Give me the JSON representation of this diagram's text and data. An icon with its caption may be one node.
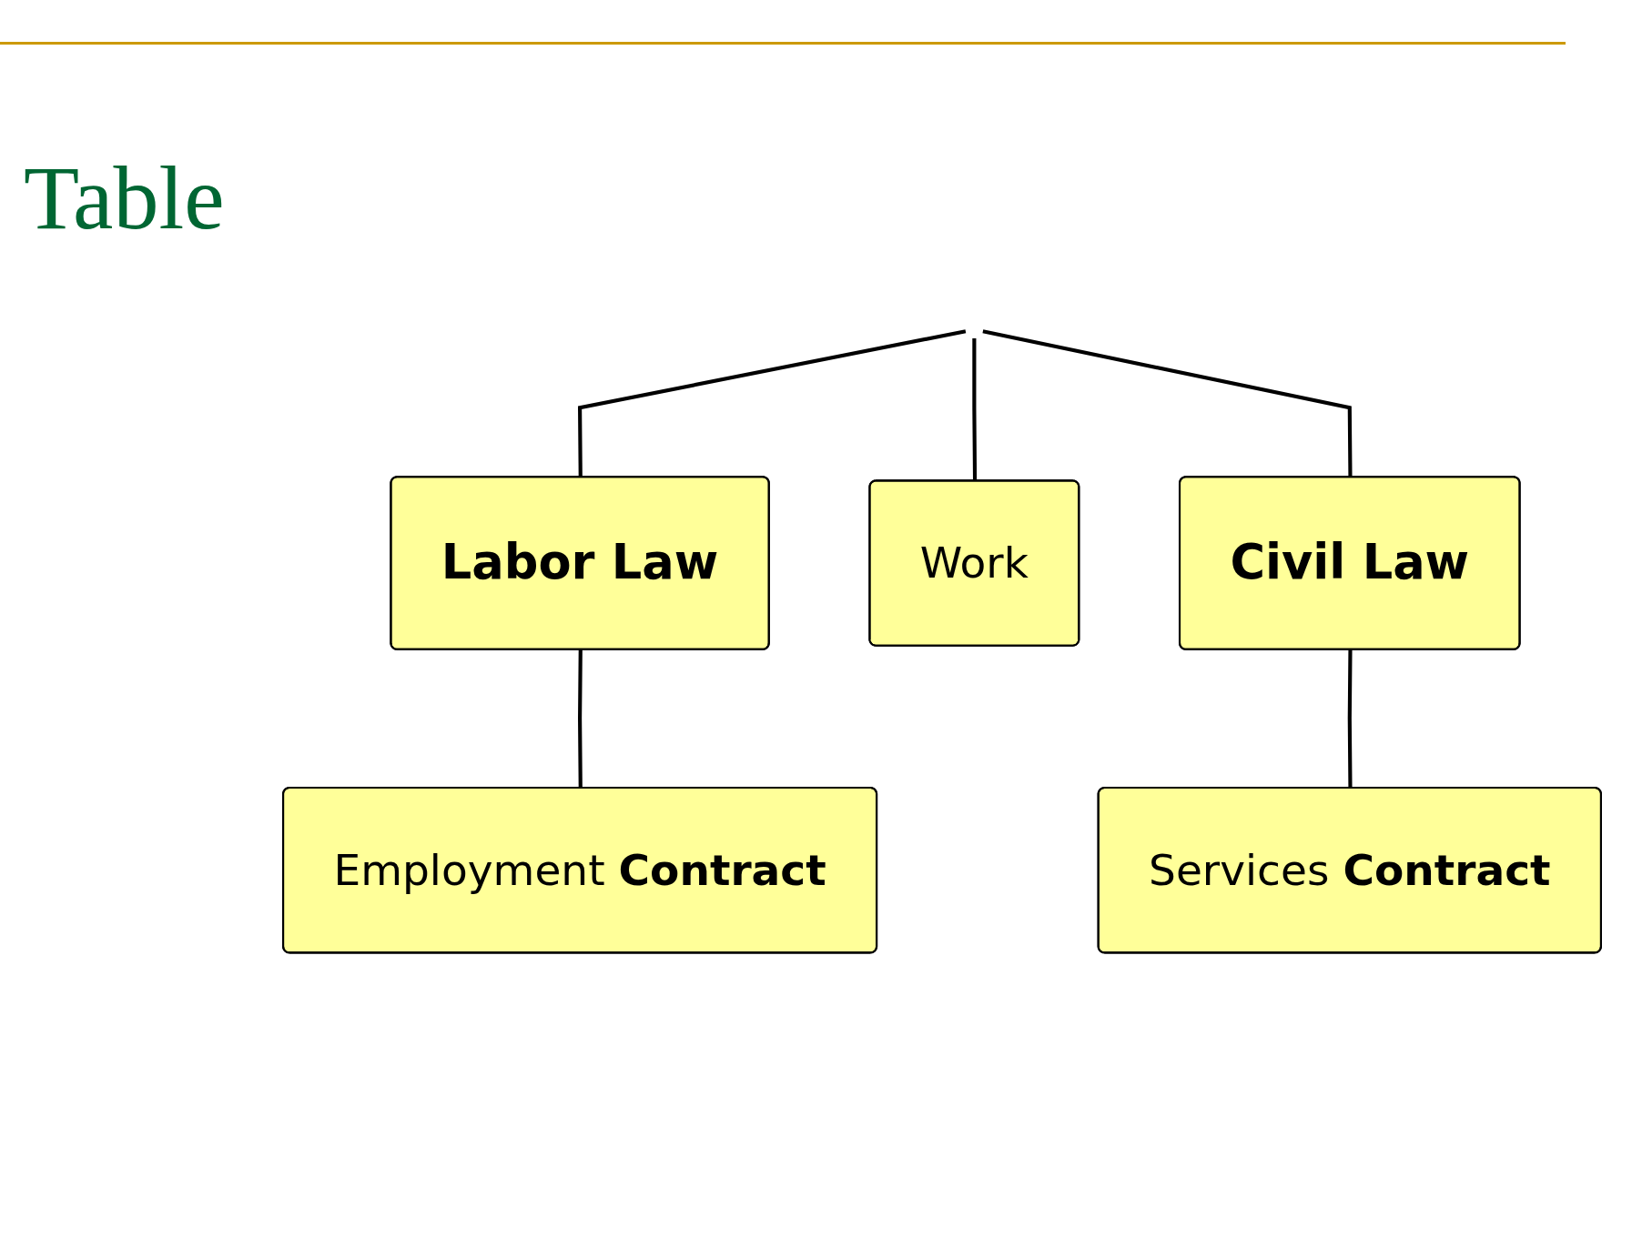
{
  "diagram": {
    "title": "Table",
    "nodes": [
      {
        "text": [
          "Work"
        ]
      },
      {
        "text": [
          "Labor Law"
        ]
      },
      {
        "text": [
          "Civil Law"
        ]
      },
      {
        "text": [
          "Employment **Contract**"
        ]
      },
      {
        "text": [
          "Services **Contract**"
        ]
      }
    ],
    "edges": [
      {
        "from": null,
        "to": 1,
        "arrow": "none"
      },
      {
        "from": null,
        "to": 0,
        "arrow": "none"
      },
      {
        "from": null,
        "to": 2,
        "arrow": "none"
      },
      {
        "from": 1,
        "to": 3,
        "arrow": "none"
      },
      {
        "from": 2,
        "to": 4,
        "arrow": "none"
      }
    ]
  }
}
